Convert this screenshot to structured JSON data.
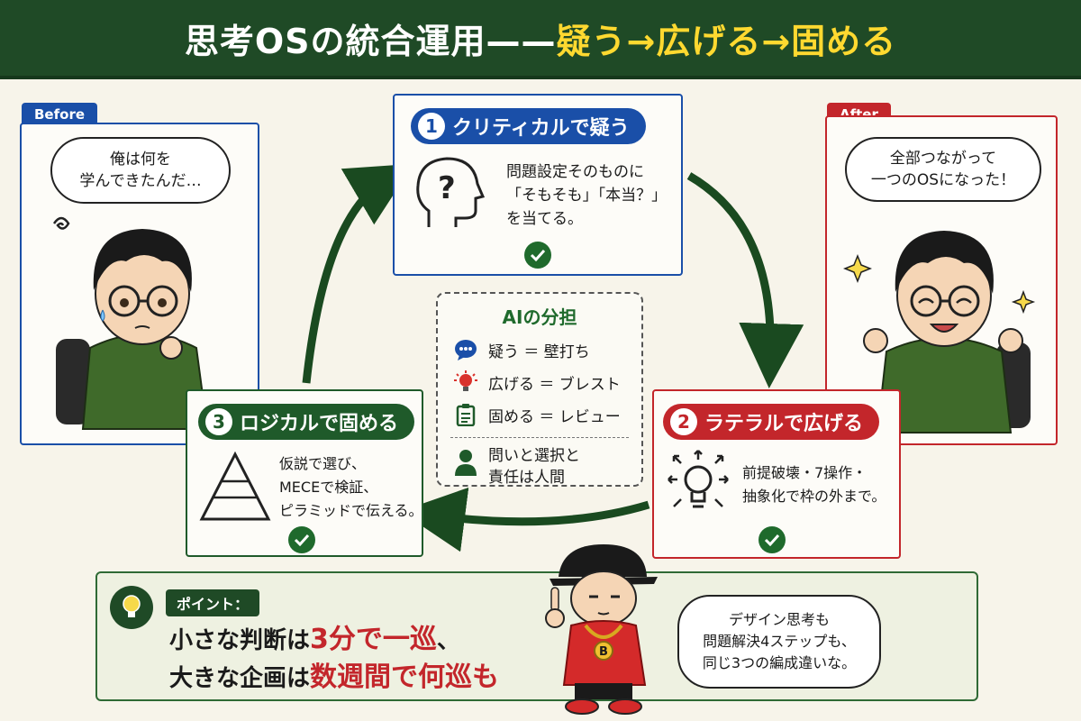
{
  "header": {
    "title_part1": "思考OSの統合運用——",
    "title_part2": "疑う→広げる→固める"
  },
  "before": {
    "tag": "Before",
    "speech_line1": "俺は何を",
    "speech_line2": "学んできたんだ…"
  },
  "after": {
    "tag": "After",
    "speech_line1": "全部つながって",
    "speech_line2": "一つのOSになった！"
  },
  "steps": [
    {
      "num": "1",
      "label": "クリティカルで疑う",
      "text_line1": "問題設定そのものに",
      "text_line2": "「そもそも」「本当？」",
      "text_line3": "を当てる。",
      "color": "#1a4fa8"
    },
    {
      "num": "2",
      "label": "ラテラルで広げる",
      "text_line1": "前提破壊・7操作・",
      "text_line2": "抽象化で枠の外まで。",
      "color": "#c3262b"
    },
    {
      "num": "3",
      "label": "ロジカルで固める",
      "text_line1": "仮説で選び、",
      "text_line2": "MECEで検証、",
      "text_line3": "ピラミッドで伝える。",
      "color": "#1f5a2a"
    }
  ],
  "ai": {
    "title": "AIの分担",
    "rows": [
      {
        "text": "疑う ＝ 壁打ち",
        "icon": "chat-bubble-icon"
      },
      {
        "text": "広げる ＝ ブレスト",
        "icon": "lightbulb-icon"
      },
      {
        "text": "固める ＝ レビュー",
        "icon": "clipboard-icon"
      }
    ],
    "human_line1": "問いと選択と",
    "human_line2": "責任は人間"
  },
  "point": {
    "label": "ポイント：",
    "line1_a": "小さな判断は",
    "line1_b": "3分で一巡",
    "line1_c": "、",
    "line2_a": "大きな企画は",
    "line2_b": "数週間で何巡も"
  },
  "mentor": {
    "speech_line1": "デザイン思考も",
    "speech_line2": "問題解決4ステップも、",
    "speech_line3": "同じ3つの編成違いな。",
    "chain_letter": "B"
  },
  "colors": {
    "header_bg": "#1f4a26",
    "accent_yellow": "#ffd930",
    "blue": "#1a4fa8",
    "red": "#c3262b",
    "green": "#1f5a2a",
    "background": "#f7f4ea"
  }
}
